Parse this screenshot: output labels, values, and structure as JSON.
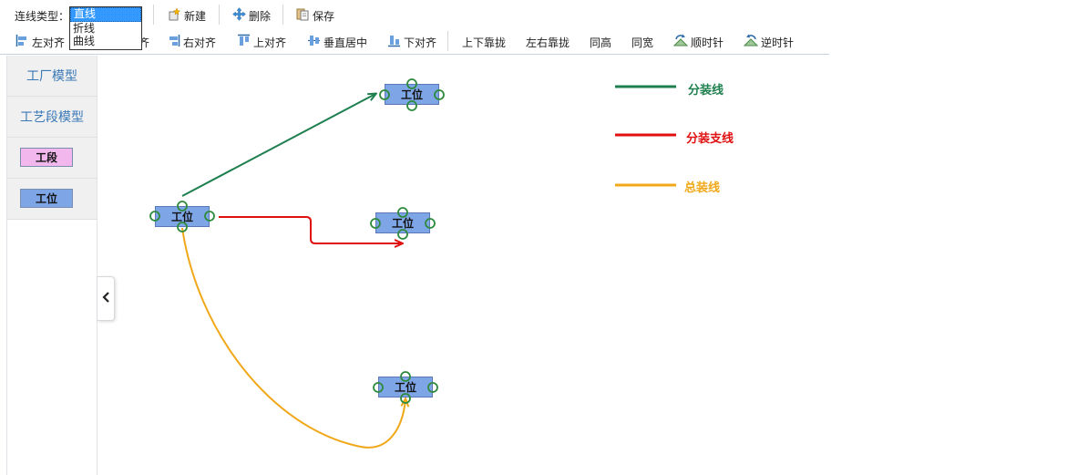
{
  "toolbar": {
    "line_type_label": "连线类型：",
    "line_type_options": [
      "直线",
      "折线",
      "曲线"
    ],
    "new_label": "新建",
    "delete_label": "删除",
    "save_label": "保存"
  },
  "align_toolbar": {
    "left_align": "左对齐",
    "center_align_partial": "齐",
    "right_align": "右对齐",
    "top_align": "上对齐",
    "vertical_center": "垂直居中",
    "bottom_align": "下对齐",
    "vertical_snap": "上下靠拢",
    "horizontal_snap": "左右靠拢",
    "same_height": "同高",
    "same_width": "同宽",
    "clockwise": "顺时针",
    "counter_clockwise": "逆时针"
  },
  "sidebar": {
    "factory_model": "工厂模型",
    "process_segment_model": "工艺段模型",
    "palette": [
      {
        "label": "工段",
        "color": "#f2b8ee"
      },
      {
        "label": "工位",
        "color": "#7ea6e6"
      }
    ]
  },
  "canvas": {
    "nodes": [
      {
        "label": "工位"
      },
      {
        "label": "工位"
      },
      {
        "label": "工位"
      },
      {
        "label": "工位"
      }
    ],
    "legend": [
      {
        "label": "分装线",
        "color": "#1e7f4f"
      },
      {
        "label": "分装支线",
        "color": "#e01010"
      },
      {
        "label": "总装线",
        "color": "#f0a818"
      }
    ]
  }
}
